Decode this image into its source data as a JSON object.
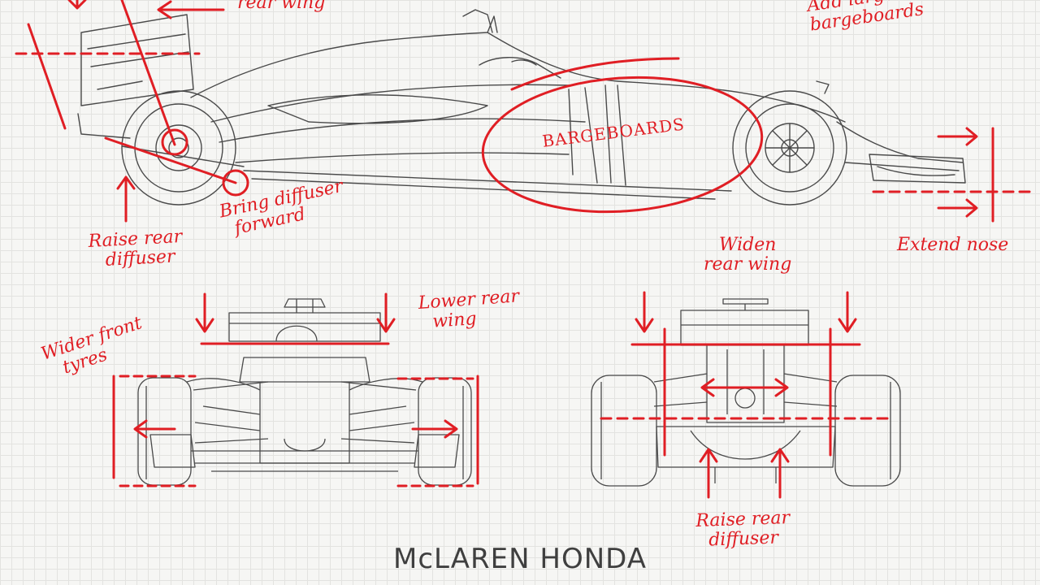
{
  "annotations": {
    "rear_wing_top": "rear wing",
    "add_bargeboards_line1": "Add large",
    "add_bargeboards_line2": "bargeboards",
    "bargeboards": "BARGEBOARDS",
    "raise_rear_diffuser_side_line1": "Raise rear",
    "raise_rear_diffuser_side_line2": "diffuser",
    "bring_diffuser_line1": "Bring diffuser",
    "bring_diffuser_line2": "forward",
    "extend_nose": "Extend nose",
    "widen_rear_wing_line1": "Widen",
    "widen_rear_wing_line2": "rear wing",
    "lower_rear_wing_line1": "Lower rear",
    "lower_rear_wing_line2": "wing",
    "wider_front_tyres_line1": "Wider front",
    "wider_front_tyres_line2": "tyres",
    "raise_rear_diffuser_rear_line1": "Raise rear",
    "raise_rear_diffuser_rear_line2": "diffuser"
  },
  "brand": "McLAREN HONDA",
  "colors": {
    "ink": "#e01e24",
    "line": "#4a4a4a",
    "grid": "#e3e3e0"
  }
}
